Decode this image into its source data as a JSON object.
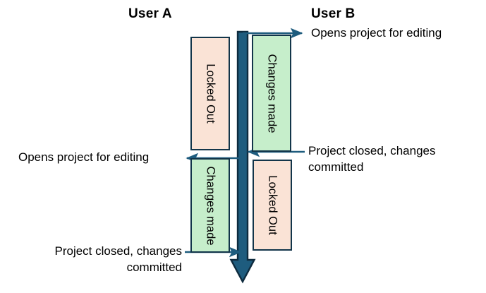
{
  "diagram": {
    "type": "sequence-swimlane",
    "title": "",
    "colors": {
      "locked_fill": "#FAE3D6",
      "changes_fill": "#C6EECB",
      "box_stroke": "#12354A",
      "timeline_fill": "#1E5C7E",
      "timeline_stroke": "#0E2B3E",
      "arrow": "#1E5C7E",
      "text": "#000000"
    },
    "lanes": [
      {
        "id": "user-a",
        "label": "User A",
        "side": "left"
      },
      {
        "id": "user-b",
        "label": "User B",
        "side": "right"
      }
    ],
    "timeline": {
      "orientation": "vertical",
      "direction": "down",
      "label": ""
    },
    "boxes": [
      {
        "id": "a-locked-top",
        "lane": "user-a",
        "label": "Locked Out",
        "state": "locked"
      },
      {
        "id": "b-changes-top",
        "lane": "user-b",
        "label": "Changes made",
        "state": "changes"
      },
      {
        "id": "a-changes-bottom",
        "lane": "user-a",
        "label": "Changes made",
        "state": "changes"
      },
      {
        "id": "b-locked-bottom",
        "lane": "user-b",
        "label": "Locked Out",
        "state": "locked"
      }
    ],
    "events": [
      {
        "id": "b-open",
        "lane": "user-b",
        "text": "Opens project for editing",
        "direction": "right"
      },
      {
        "id": "b-close",
        "lane": "user-b",
        "text": "Project closed, changes committed",
        "direction": "left"
      },
      {
        "id": "a-open",
        "lane": "user-a",
        "text": "Opens project for editing",
        "direction": "left"
      },
      {
        "id": "a-close",
        "lane": "user-a",
        "text": "Project closed, changes committed",
        "direction": "right"
      }
    ],
    "labels": {
      "user_a": "User A",
      "user_b": "User B",
      "b_open_line1": "Opens project for editing",
      "b_close_line1": "Project closed, changes",
      "b_close_line2": "committed",
      "a_open_line1": "Opens project for editing",
      "a_close_line1": "Project closed, changes",
      "a_close_line2": "committed",
      "locked_out": "Locked Out",
      "changes_made": "Changes made"
    }
  }
}
